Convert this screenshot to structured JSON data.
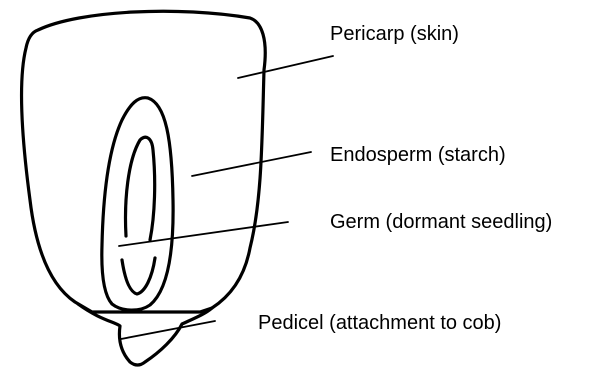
{
  "labels": {
    "pericarp": "Pericarp (skin)",
    "endosperm": "Endosperm (starch)",
    "germ": "Germ (dormant seedling)",
    "pedicel": "Pedicel (attachment to cob)"
  },
  "colors": {
    "ink": "#000000",
    "background": "#ffffff"
  }
}
